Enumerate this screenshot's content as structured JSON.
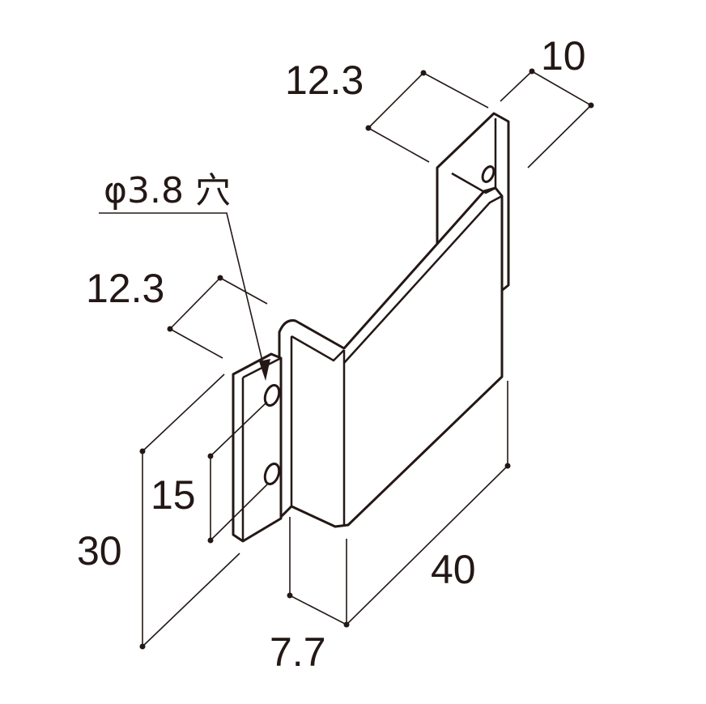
{
  "diagram": {
    "dimensions": {
      "top_depth": "12.3",
      "top_flange_width": "10",
      "hole_label": "φ3.8 穴",
      "left_depth": "12.3",
      "hole_pitch": "15",
      "height": "30",
      "length": "40",
      "offset": "7.7"
    },
    "colors": {
      "line": "#231815",
      "background": "#ffffff"
    }
  }
}
